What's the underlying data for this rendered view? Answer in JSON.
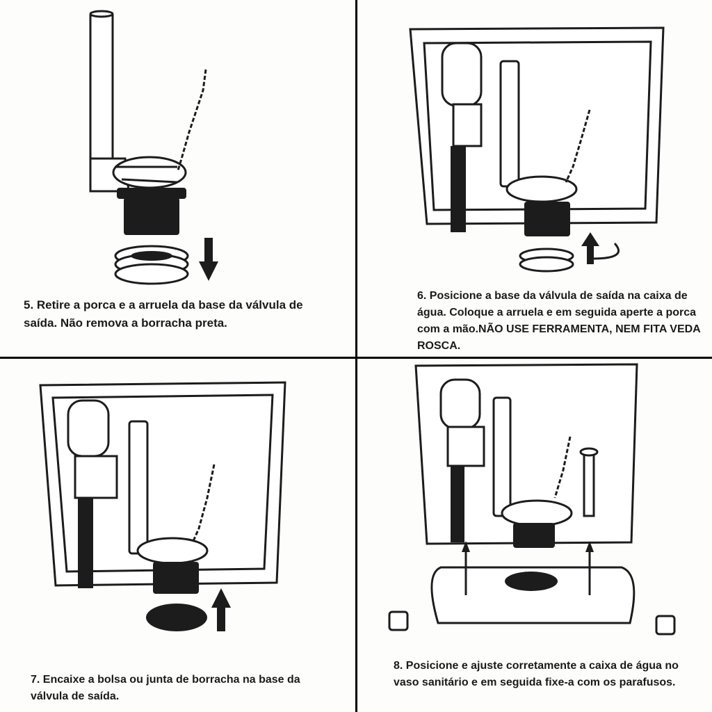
{
  "steps": [
    {
      "caption": "5. Retire a porca e a arruela da base da válvula de saída. Não remova a borracha preta."
    },
    {
      "caption": "6. Posicione a base da válvula de saída na caixa de água. Coloque a arruela e em seguida aperte a porca com a mão.NÃO USE FERRAMENTA, NEM  FITA VEDA ROSCA."
    },
    {
      "caption": "7. Encaixe a bolsa ou junta de borracha na base da válvula de saída."
    },
    {
      "caption": "8. Posicione e ajuste corretamente a caixa de água no vaso sanitário e em seguida fixe-a com os parafusos."
    }
  ],
  "colors": {
    "ink": "#1c1c1c",
    "paper": "#fdfdfb",
    "divider": "#000000"
  },
  "icons": [
    "down-arrow-icon",
    "up-arrow-icon",
    "rotate-arrow-icon"
  ]
}
